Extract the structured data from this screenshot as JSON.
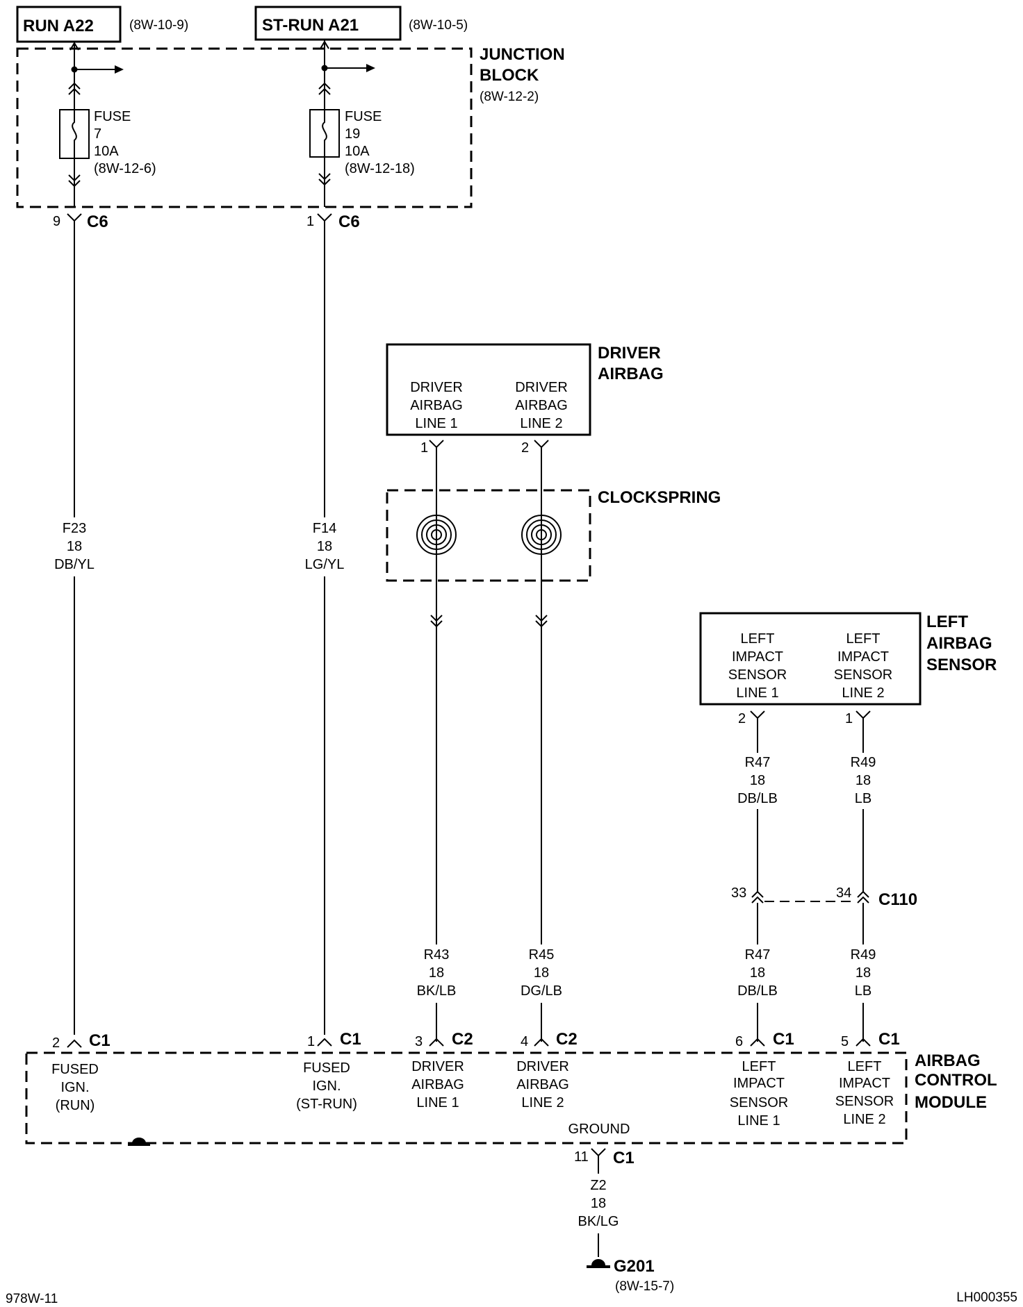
{
  "sources": {
    "run": {
      "label": "RUN A22",
      "ref": "(8W-10-9)"
    },
    "strun": {
      "label": "ST-RUN A21",
      "ref": "(8W-10-5)"
    }
  },
  "junction_block": {
    "line1": "JUNCTION",
    "line2": "BLOCK",
    "ref": "(8W-12-2)"
  },
  "fuse7": {
    "l1": "FUSE",
    "l2": "7",
    "l3": "10A",
    "l4": "(8W-12-6)"
  },
  "fuse19": {
    "l1": "FUSE",
    "l2": "19",
    "l3": "10A",
    "l4": "(8W-12-18)"
  },
  "c6": {
    "name": "C6",
    "pin_left": "9",
    "pin_right": "1"
  },
  "wires": {
    "f23": {
      "circuit": "F23",
      "gauge": "18",
      "color": "DB/YL"
    },
    "f14": {
      "circuit": "F14",
      "gauge": "18",
      "color": "LG/YL"
    },
    "r43": {
      "circuit": "R43",
      "gauge": "18",
      "color": "BK/LB"
    },
    "r45": {
      "circuit": "R45",
      "gauge": "18",
      "color": "DG/LB"
    },
    "r47_upper": {
      "circuit": "R47",
      "gauge": "18",
      "color": "DB/LB"
    },
    "r49_upper": {
      "circuit": "R49",
      "gauge": "18",
      "color": "LB"
    },
    "r47_lower": {
      "circuit": "R47",
      "gauge": "18",
      "color": "DB/LB"
    },
    "r49_lower": {
      "circuit": "R49",
      "gauge": "18",
      "color": "LB"
    },
    "z2": {
      "circuit": "Z2",
      "gauge": "18",
      "color": "BK/LG"
    }
  },
  "driver_airbag": {
    "title1": "DRIVER",
    "title2": "AIRBAG",
    "line1": [
      "DRIVER",
      "AIRBAG",
      "LINE 1"
    ],
    "line2": [
      "DRIVER",
      "AIRBAG",
      "LINE 2"
    ],
    "pin1": "1",
    "pin2": "2"
  },
  "clockspring": {
    "title": "CLOCKSPRING"
  },
  "left_sensor": {
    "title1": "LEFT",
    "title2": "AIRBAG",
    "title3": "SENSOR",
    "line1": [
      "LEFT",
      "IMPACT",
      "SENSOR",
      "LINE 1"
    ],
    "line2": [
      "LEFT",
      "IMPACT",
      "SENSOR",
      "LINE 2"
    ],
    "pin_a": "2",
    "pin_b": "1"
  },
  "c110": {
    "name": "C110",
    "pin_a": "33",
    "pin_b": "34"
  },
  "module": {
    "title1": "AIRBAG",
    "title2": "CONTROL",
    "title3": "MODULE",
    "pins": [
      {
        "pin": "2",
        "conn": "C1",
        "lines": [
          "FUSED",
          "IGN.",
          "(RUN)"
        ]
      },
      {
        "pin": "1",
        "conn": "C1",
        "lines": [
          "FUSED",
          "IGN.",
          "(ST-RUN)"
        ]
      },
      {
        "pin": "3",
        "conn": "C2",
        "lines": [
          "DRIVER",
          "AIRBAG",
          "LINE 1"
        ]
      },
      {
        "pin": "4",
        "conn": "C2",
        "lines": [
          "DRIVER",
          "AIRBAG",
          "LINE 2"
        ]
      },
      {
        "pin": "6",
        "conn": "C1",
        "lines": [
          "LEFT",
          "IMPACT",
          "SENSOR",
          "LINE 1"
        ]
      },
      {
        "pin": "5",
        "conn": "C1",
        "lines": [
          "LEFT",
          "IMPACT",
          "SENSOR",
          "LINE 2"
        ]
      }
    ],
    "ground_label": "GROUND",
    "ground_pin": "11",
    "ground_conn": "C1"
  },
  "g201": {
    "label": "G201",
    "ref": "(8W-15-7)"
  },
  "footer": {
    "left": "978W-11",
    "right": "LH000355"
  }
}
